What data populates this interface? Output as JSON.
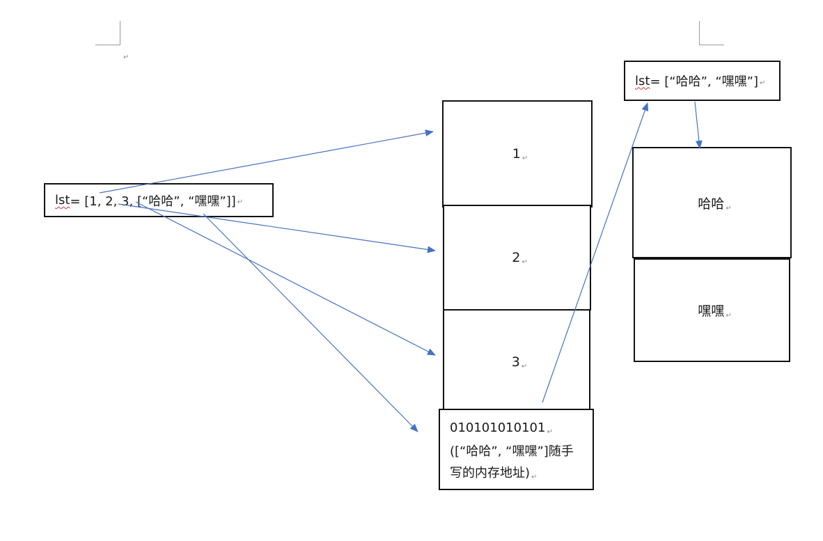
{
  "main_list": {
    "prefix": "lst",
    "rest": " = [1, 2, 3, [“哈哈”, “嘿嘿”]]"
  },
  "sub_list": {
    "prefix": "lst",
    "rest": " = [“哈哈”, “嘿嘿”]"
  },
  "memory_cells": [
    {
      "label": "1"
    },
    {
      "label": "2"
    },
    {
      "label": "3"
    }
  ],
  "address_cell": {
    "line1": "010101010101",
    "line2": "([“哈哈”, “嘿嘿”]随手",
    "line3": "写的内存地址)"
  },
  "sub_cells": [
    {
      "label": "哈哈"
    },
    {
      "label": "嘿嘿"
    }
  ],
  "paragraph_mark": "↵",
  "colors": {
    "arrow": "#4472C4",
    "border": "#111111",
    "spellcheck": "#e03030",
    "corner_marks": "#9a9a9a"
  }
}
